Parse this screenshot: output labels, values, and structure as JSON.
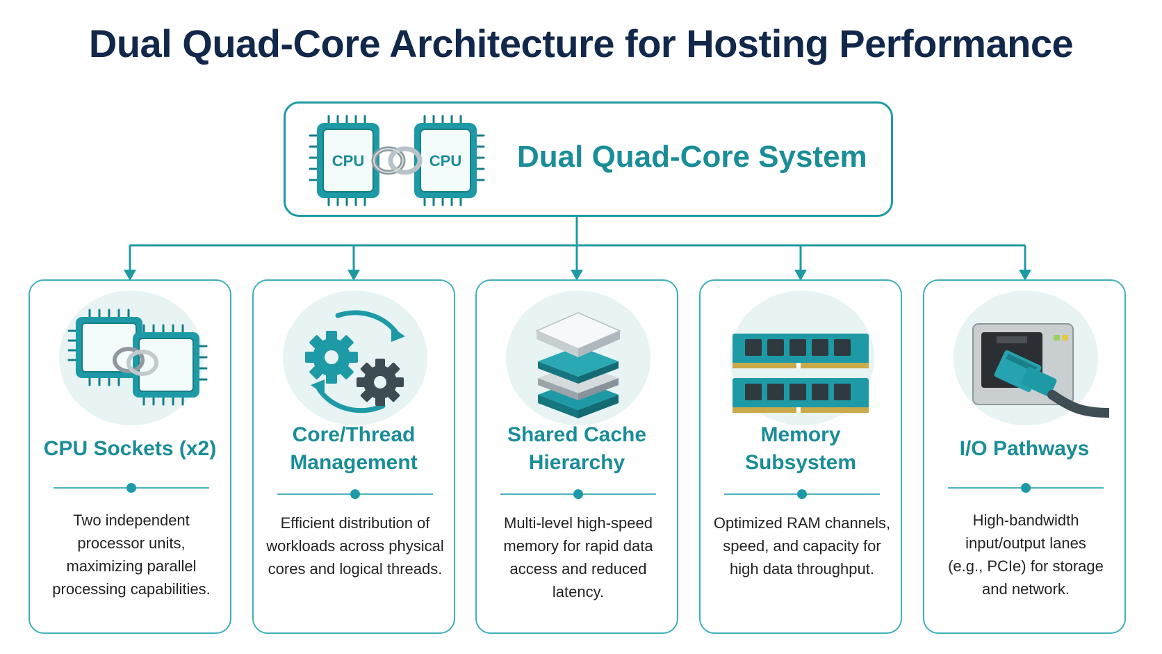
{
  "title": "Dual Quad-Core Architecture for Hosting Performance",
  "system": {
    "label": "Dual Quad-Core System",
    "chip_label_left": "CPU",
    "chip_label_right": "CPU"
  },
  "colors": {
    "teal": "#1e9aa6",
    "teal_text": "#1a8d98",
    "navy": "#12284a",
    "icon_bg": "#e8f3f4"
  },
  "cards": [
    {
      "icon": "dual-cpu-icon",
      "title_lines": [
        "CPU Sockets (x2)"
      ],
      "desc_lines": [
        "Two independent",
        "processor units,",
        "maximizing parallel",
        "processing capabilities."
      ]
    },
    {
      "icon": "gears-icon",
      "title_lines": [
        "Core/Thread",
        "Management"
      ],
      "desc_lines": [
        "Efficient distribution of",
        "workloads across physical",
        "cores and logical threads."
      ]
    },
    {
      "icon": "cache-layers-icon",
      "title_lines": [
        "Shared Cache",
        "Hierarchy"
      ],
      "desc_lines": [
        "Multi-level high-speed",
        "memory for rapid data",
        "access and reduced",
        "latency."
      ]
    },
    {
      "icon": "ram-modules-icon",
      "title_lines": [
        "Memory",
        "Subsystem"
      ],
      "desc_lines": [
        "Optimized RAM channels,",
        "speed, and capacity for",
        "high data throughput."
      ]
    },
    {
      "icon": "ethernet-port-icon",
      "title_lines": [
        "I/O Pathways"
      ],
      "desc_lines": [
        "High-bandwidth",
        "input/output lanes",
        "(e.g., PCIe) for storage",
        "and network."
      ]
    }
  ]
}
